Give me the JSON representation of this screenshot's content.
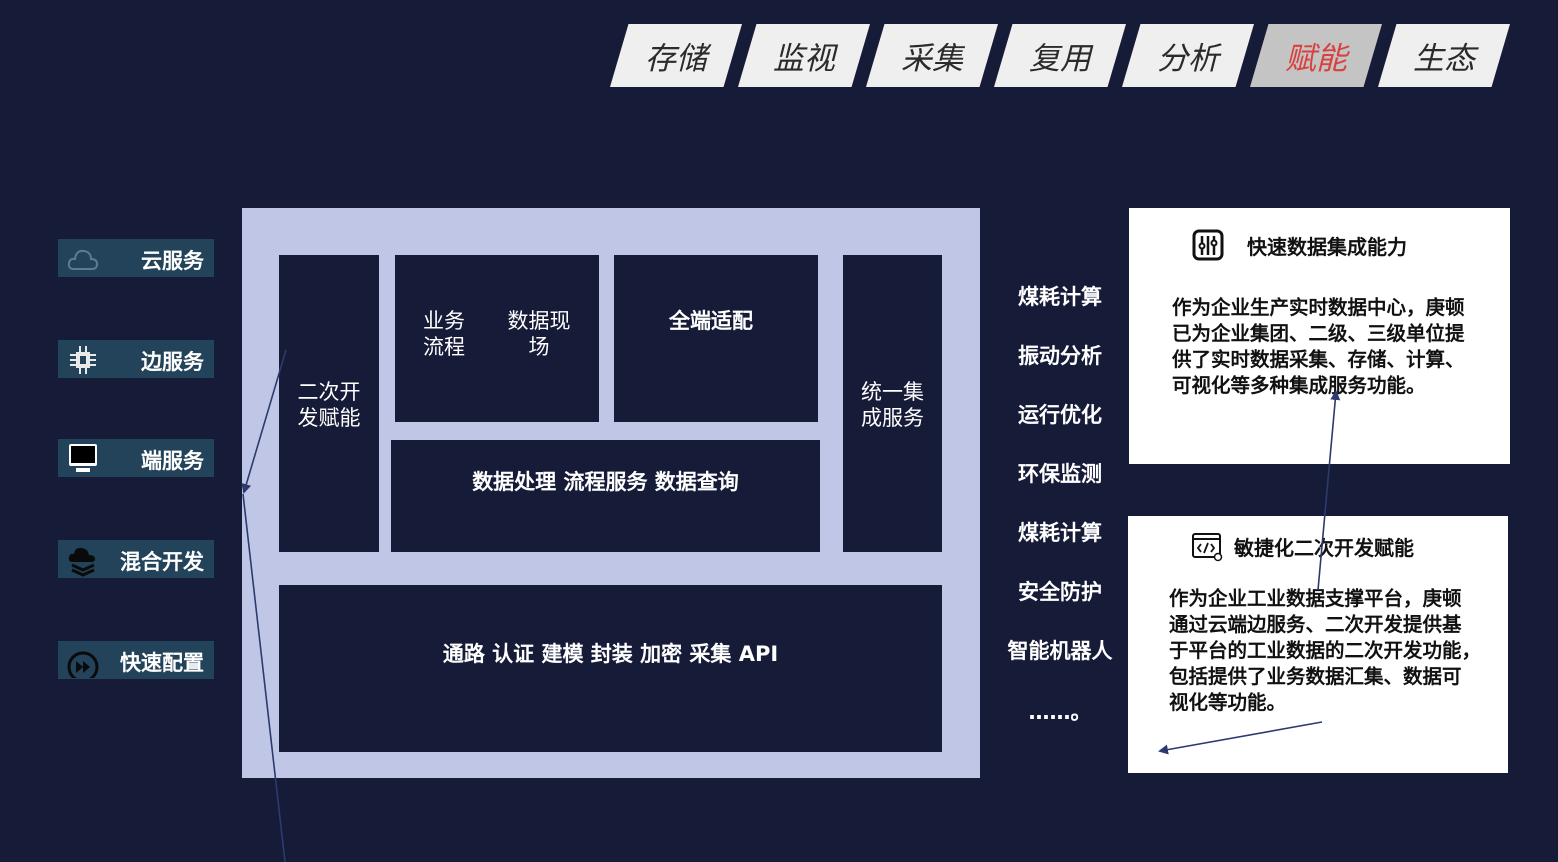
{
  "tabs": [
    "存储",
    "监视",
    "采集",
    "复用",
    "分析",
    "赋能",
    "生态"
  ],
  "active_tab": "赋能",
  "services": [
    {
      "label": "云服务",
      "icon": "cloud-icon"
    },
    {
      "label": "边服务",
      "icon": "chip-icon"
    },
    {
      "label": "端服务",
      "icon": "monitor-icon"
    },
    {
      "label": "混合开发",
      "icon": "cloud-layers-icon"
    },
    {
      "label": "快速配置",
      "icon": "fast-forward-icon"
    }
  ],
  "architecture": {
    "secondary_dev": "二次开\n发赋能",
    "business_flow": "业务\n流程",
    "data_scene": "数据现\n场",
    "full_adapt": "全端适配",
    "unified_integration": "统一集\n成服务",
    "data_processing": "数据处理 流程服务 数据查询",
    "base_layer": "通路 认证 建模 封装  加密 采集 API"
  },
  "features": [
    "煤耗计算",
    "振动分析",
    "运行优化",
    "环保监测",
    "煤耗计算",
    "安全防护",
    "智能机器人",
    "……。"
  ],
  "cards": [
    {
      "title": "快速数据集成能力",
      "icon": "circuit-icon",
      "lines": [
        "作为企业生产实时数据中心，庚顿",
        "已为企业集团、二级、三级单位提",
        "供了实时数据采集、存储、计算、",
        "可视化等多种集成服务功能。"
      ]
    },
    {
      "title": "敏捷化二次开发赋能",
      "icon": "code-window-icon",
      "lines": [
        "作为企业工业数据支撑平台，庚顿",
        "通过云端边服务、二次开发提供基",
        "于平台的工业数据的二次开发功能，",
        "包括提供了业务数据汇集、数据可",
        "视化等功能。"
      ]
    }
  ],
  "colors": {
    "background": "#161b38",
    "arch_frame": "#c0c7e6",
    "service_bg": "#22435a",
    "active_tab_text": "#d8413e"
  }
}
